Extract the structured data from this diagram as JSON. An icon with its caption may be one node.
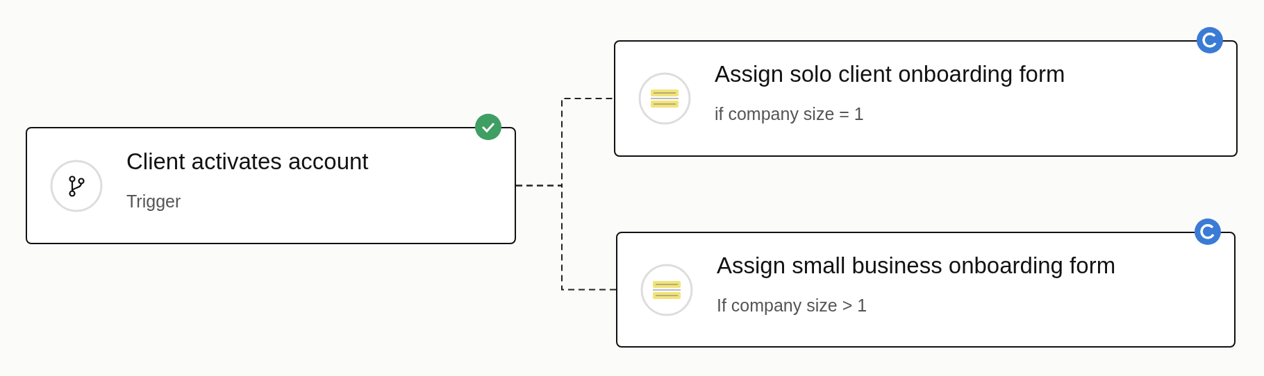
{
  "diagram": {
    "nodes": [
      {
        "text": [
          "Client activates account",
          "Trigger"
        ]
      },
      {
        "text": [
          "Assign solo client onboarding form",
          "if company size = 1"
        ]
      },
      {
        "text": [
          "Assign small business onboarding form",
          "If company size > 1"
        ]
      }
    ],
    "edges": [
      {
        "from": 0,
        "to": 1,
        "arrow": "none",
        "style": "dashed"
      },
      {
        "from": 0,
        "to": 2,
        "arrow": "none",
        "style": "dashed"
      }
    ]
  }
}
